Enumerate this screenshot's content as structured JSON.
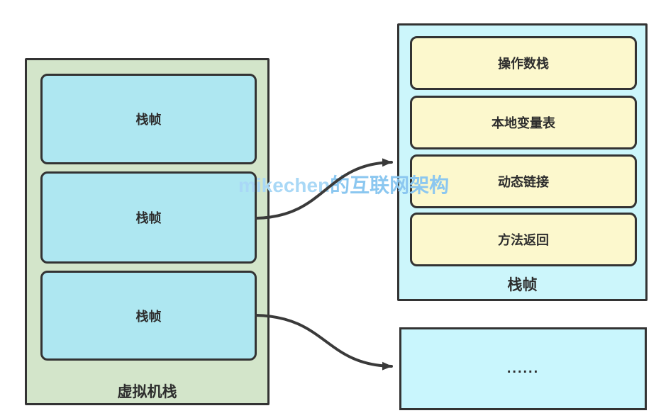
{
  "diagram": {
    "title_hint": "JVM virtual machine stack structure"
  },
  "vm_stack": {
    "label": "虚拟机栈",
    "fill": "#d3e5ca",
    "frame_fill": "#aee7f1",
    "frames": [
      {
        "label": "栈帧"
      },
      {
        "label": "栈帧"
      },
      {
        "label": "栈帧"
      }
    ]
  },
  "frame_detail": {
    "label": "栈帧",
    "fill": "#ccf6fb",
    "item_fill": "#fcf8cd",
    "items": [
      {
        "label": "操作数栈"
      },
      {
        "label": "本地变量表"
      },
      {
        "label": "动态链接"
      },
      {
        "label": "方法返回"
      }
    ]
  },
  "more_box": {
    "label": "......",
    "fill": "#c9f6fd"
  },
  "watermark": {
    "latin": "mikechen",
    "chinese": "的互联网架构",
    "color_latin": "#a9d8f6",
    "color_chinese": "#8bc7f0"
  },
  "style": {
    "border_color": "#333333",
    "arrow_color": "#3a3a3a",
    "background": "#ffffff"
  }
}
